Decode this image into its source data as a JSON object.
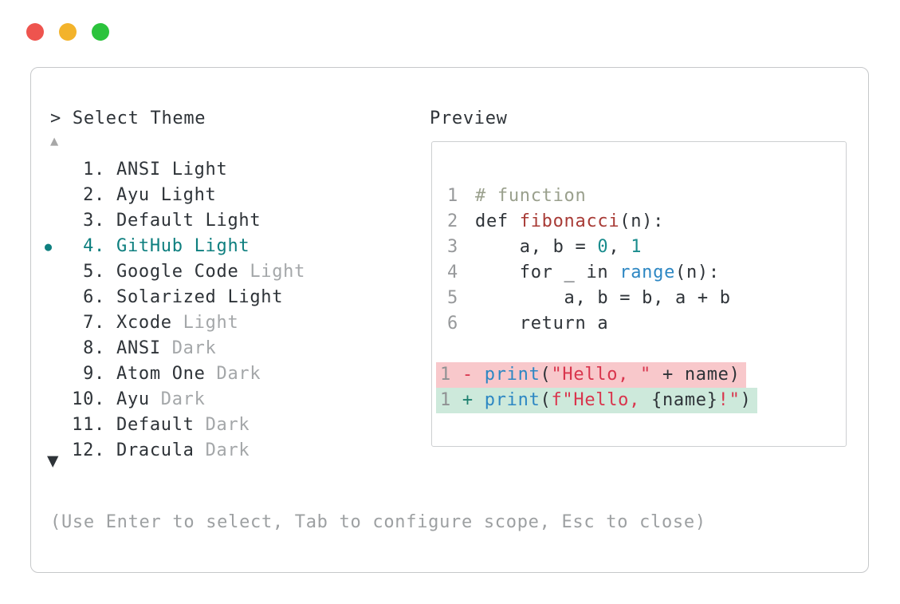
{
  "palette": {
    "traffic_red": "#ee544e",
    "traffic_yellow": "#f3b32b",
    "traffic_green": "#2bc33c",
    "text": "#2e3338",
    "muted_text": "#a4a7a9",
    "hint_text": "#9da0a2",
    "arrow_up": "#a7a7a7",
    "lineno": "#97999b",
    "lineno_diff": "#8f9193",
    "teal_selected": "#0e7f7f",
    "teal_number": "#1a8c8d",
    "blue": "#2d87c3",
    "brick": "#a83b36",
    "crimson": "#d9354d",
    "plus_green": "#1f8070",
    "comment": "#9aa08d",
    "bg_removed": "#f8c8cb",
    "bg_added": "#cde9db",
    "border_panel": "#c6c8ca",
    "border_preview": "#cdcfd1"
  },
  "window": {
    "buttons": [
      "close",
      "minimize",
      "zoom"
    ]
  },
  "theme_picker": {
    "prompt": "> Select Theme",
    "scroll_up_indicator": "▲",
    "scroll_down_indicator": "▼",
    "selected_bullet": "●",
    "items": [
      {
        "number": "1.",
        "name": "ANSI Light",
        "muted": "",
        "selected": false
      },
      {
        "number": "2.",
        "name": "Ayu Light",
        "muted": "",
        "selected": false
      },
      {
        "number": "3.",
        "name": "Default Light",
        "muted": "",
        "selected": false
      },
      {
        "number": "4.",
        "name": "GitHub Light",
        "muted": "",
        "selected": true
      },
      {
        "number": "5.",
        "name": "Google Code",
        "muted": " Light",
        "selected": false
      },
      {
        "number": "6.",
        "name": "Solarized Light",
        "muted": "",
        "selected": false
      },
      {
        "number": "7.",
        "name": "Xcode",
        "muted": " Light",
        "selected": false
      },
      {
        "number": "8.",
        "name": "ANSI",
        "muted": " Dark",
        "selected": false
      },
      {
        "number": "9.",
        "name": "Atom One",
        "muted": " Dark",
        "selected": false
      },
      {
        "number": "10.",
        "name": "Ayu",
        "muted": " Dark",
        "selected": false
      },
      {
        "number": "11.",
        "name": "Default",
        "muted": " Dark",
        "selected": false
      },
      {
        "number": "12.",
        "name": "Dracula",
        "muted": " Dark",
        "selected": false
      }
    ],
    "footer_hint": "(Use Enter to select, Tab to configure scope, Esc to close)"
  },
  "preview": {
    "title": "Preview",
    "code_lines": [
      {
        "no": "1",
        "diff": "",
        "tokens": [
          {
            "text": "# function",
            "color": "comment"
          }
        ]
      },
      {
        "no": "2",
        "diff": "",
        "tokens": [
          {
            "text": "def ",
            "color": "text"
          },
          {
            "text": "fibonacci",
            "color": "func-def"
          },
          {
            "text": "(n):",
            "color": "text"
          }
        ]
      },
      {
        "no": "3",
        "diff": "",
        "tokens": [
          {
            "text": "    a, b = ",
            "color": "text"
          },
          {
            "text": "0",
            "color": "number"
          },
          {
            "text": ", ",
            "color": "text"
          },
          {
            "text": "1",
            "color": "number"
          }
        ]
      },
      {
        "no": "4",
        "diff": "",
        "tokens": [
          {
            "text": "    for _ in ",
            "color": "text"
          },
          {
            "text": "range",
            "color": "func-call"
          },
          {
            "text": "(n):",
            "color": "text"
          }
        ]
      },
      {
        "no": "5",
        "diff": "",
        "tokens": [
          {
            "text": "        a, b = b, a + b",
            "color": "text"
          }
        ]
      },
      {
        "no": "6",
        "diff": "",
        "tokens": [
          {
            "text": "    return a",
            "color": "text"
          }
        ]
      },
      {
        "no": "",
        "diff": "",
        "tokens": []
      },
      {
        "no": "",
        "diff": "removed",
        "tokens": [
          {
            "text": "1",
            "color": "lineno"
          },
          {
            "text": " - ",
            "color": "diff-minus"
          },
          {
            "text": "print",
            "color": "func-call"
          },
          {
            "text": "(",
            "color": "text"
          },
          {
            "text": "\"Hello, \"",
            "color": "string"
          },
          {
            "text": " + name)",
            "color": "text"
          }
        ]
      },
      {
        "no": "",
        "diff": "added",
        "tokens": [
          {
            "text": "1",
            "color": "lineno"
          },
          {
            "text": " + ",
            "color": "diff-plus"
          },
          {
            "text": "print",
            "color": "func-call"
          },
          {
            "text": "(",
            "color": "text"
          },
          {
            "text": "f\"Hello, ",
            "color": "string"
          },
          {
            "text": "{name}",
            "color": "text"
          },
          {
            "text": "!\"",
            "color": "string"
          },
          {
            "text": ")",
            "color": "text"
          }
        ]
      }
    ]
  }
}
